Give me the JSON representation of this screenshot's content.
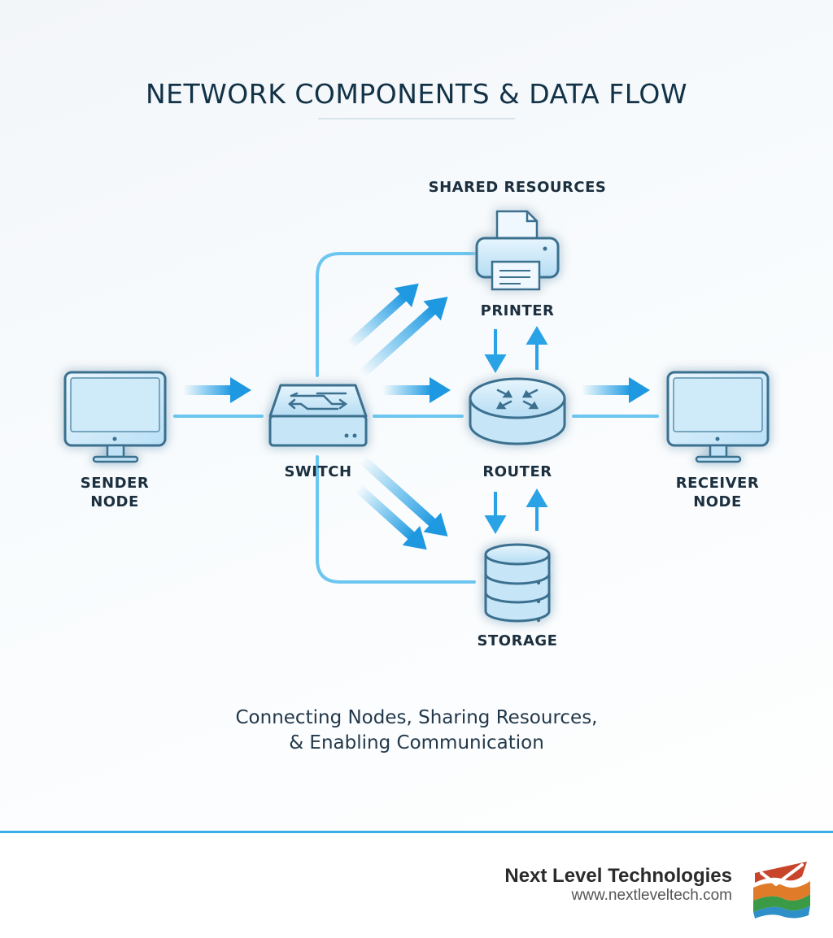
{
  "title": "NETWORK COMPONENTS & DATA FLOW",
  "nodes": {
    "sender": "SENDER\nNODE",
    "switch": "SWITCH",
    "shared_resources": "SHARED RESOURCES",
    "printer": "PRINTER",
    "router": "ROUTER",
    "storage": "STORAGE",
    "receiver": "RECEIVER\nNODE"
  },
  "subtitle_line1": "Connecting Nodes, Sharing Resources,",
  "subtitle_line2": "& Enabling Communication",
  "footer": {
    "company": "Next Level Technologies",
    "url": "www.nextleveltech.com"
  },
  "colors": {
    "accent": "#39aee9",
    "arrow": "#2aa3e6",
    "device_fill": "#d3ecfa",
    "device_stroke": "#3b6f8f",
    "text": "#1b2f3e"
  }
}
